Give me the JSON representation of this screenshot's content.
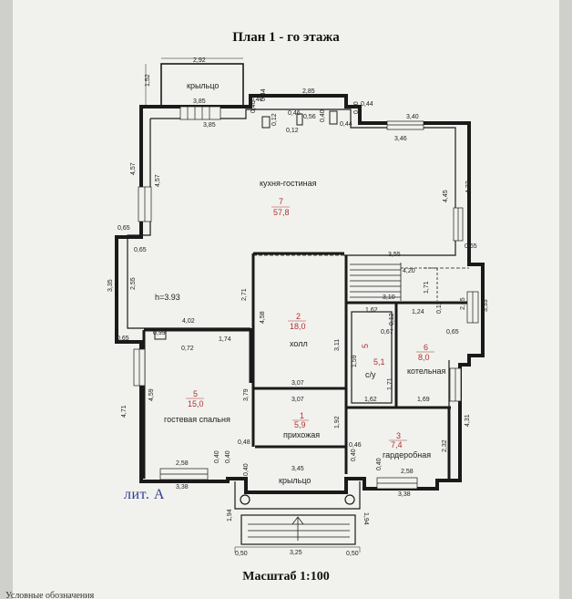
{
  "plan": {
    "title": "План 1 - го этажа",
    "scale": "Масштаб 1:100",
    "liter": "лит. А",
    "footer_note": "Условные обозначения"
  },
  "rooms": [
    {
      "id": "kitchen",
      "number": "7",
      "area": "57,8",
      "name": "кухня-гостиная"
    },
    {
      "id": "hall",
      "number": "2",
      "area": "18,0",
      "name": "холл"
    },
    {
      "id": "guest",
      "number": "5",
      "area": "15,0",
      "name": "гостевая спальня"
    },
    {
      "id": "entry",
      "number": "1",
      "area": "5,9",
      "name": "прихожая"
    },
    {
      "id": "bath",
      "number": "5",
      "area": "5,1",
      "name": "с/у"
    },
    {
      "id": "boiler",
      "number": "6",
      "area": "8,0",
      "name": "котельная"
    },
    {
      "id": "wardrobe",
      "number": "3",
      "area": "7,4",
      "name": "гардеробная"
    }
  ],
  "labels": {
    "porch_top": "крыльцо",
    "porch_bottom": "крыльцо",
    "height": "h=3.93"
  },
  "dims": {
    "d_2_92": "2,92",
    "d_1_52": "1,52",
    "d_3_85a": "3,85",
    "d_3_85b": "3,85",
    "d_2_85": "2,85",
    "d_0_40a": "0,40",
    "d_0_40b": "0,40",
    "d_0_44a": "0,44",
    "d_0_44b": "0,44",
    "d_0_46": "0,46",
    "d_0_56": "0,56",
    "d_0_12a": "0,12",
    "d_0_12b": "0,12",
    "d_3_40": "3,40",
    "d_3_46": "3,46",
    "d_4_57a": "4,57",
    "d_4_57b": "4,57",
    "d_4_45": "4,45",
    "d_4_37": "4,37",
    "d_0_65a": "0,65",
    "d_0_65b": "0,65",
    "d_0_65c": "0,65",
    "d_0_65d": "0,65",
    "d_0_65e": "0,65",
    "d_3_55": "3,55",
    "d_3_35": "3,35",
    "d_2_55a": "2,55",
    "d_2_71": "2,71",
    "d_4_20": "4,20",
    "d_1_71a": "1,71",
    "d_3_10": "3,10",
    "d_2_55b": "2,55",
    "d_3_33": "3,33",
    "d_1_62a": "1,62",
    "d_1_24": "1,24",
    "d_4_58": "4,58",
    "d_3_11": "3,11",
    "d_0_67": "0,67",
    "d_1_59": "1,59",
    "d_1_71b": "1,71",
    "d_0_12c": "0,12",
    "d_0_99": "0,99",
    "d_4_02": "4,02",
    "d_0_72": "0,72",
    "d_1_74": "1,74",
    "d_3_07a": "3,07",
    "d_3_07b": "3,07",
    "d_1_62b": "1,62",
    "d_1_69": "1,69",
    "d_4_71": "4,71",
    "d_4_59": "4,59",
    "d_3_79": "3,79",
    "d_1_92": "1,92",
    "d_2_32": "2,32",
    "d_4_31": "4,31",
    "d_0_48": "0,48",
    "d_0_40c": "0,40",
    "d_0_40d": "0,40",
    "d_0_46b": "0,46",
    "d_0_40e": "0,40",
    "d_2_58a": "2,58",
    "d_2_58b": "2,58",
    "d_3_38": "3,38",
    "d_3_45": "3,45",
    "d_0_40f": "0,40",
    "d_0_40g": "0,40",
    "d_0_40h": "0,40",
    "d_3_38b": "3,38",
    "d_1_94a": "1,94",
    "d_1_94b": "1,94",
    "d_0_50a": "0,50",
    "d_3_25": "3,25",
    "d_0_50b": "0,50",
    "d_0_44c": "0,44",
    "d_0_40i": "0,40"
  },
  "colors": {
    "paper": "#f1f2ee",
    "wall": "#1a1a1a",
    "room_number": "#b03030",
    "liter": "#2a3a8c"
  }
}
